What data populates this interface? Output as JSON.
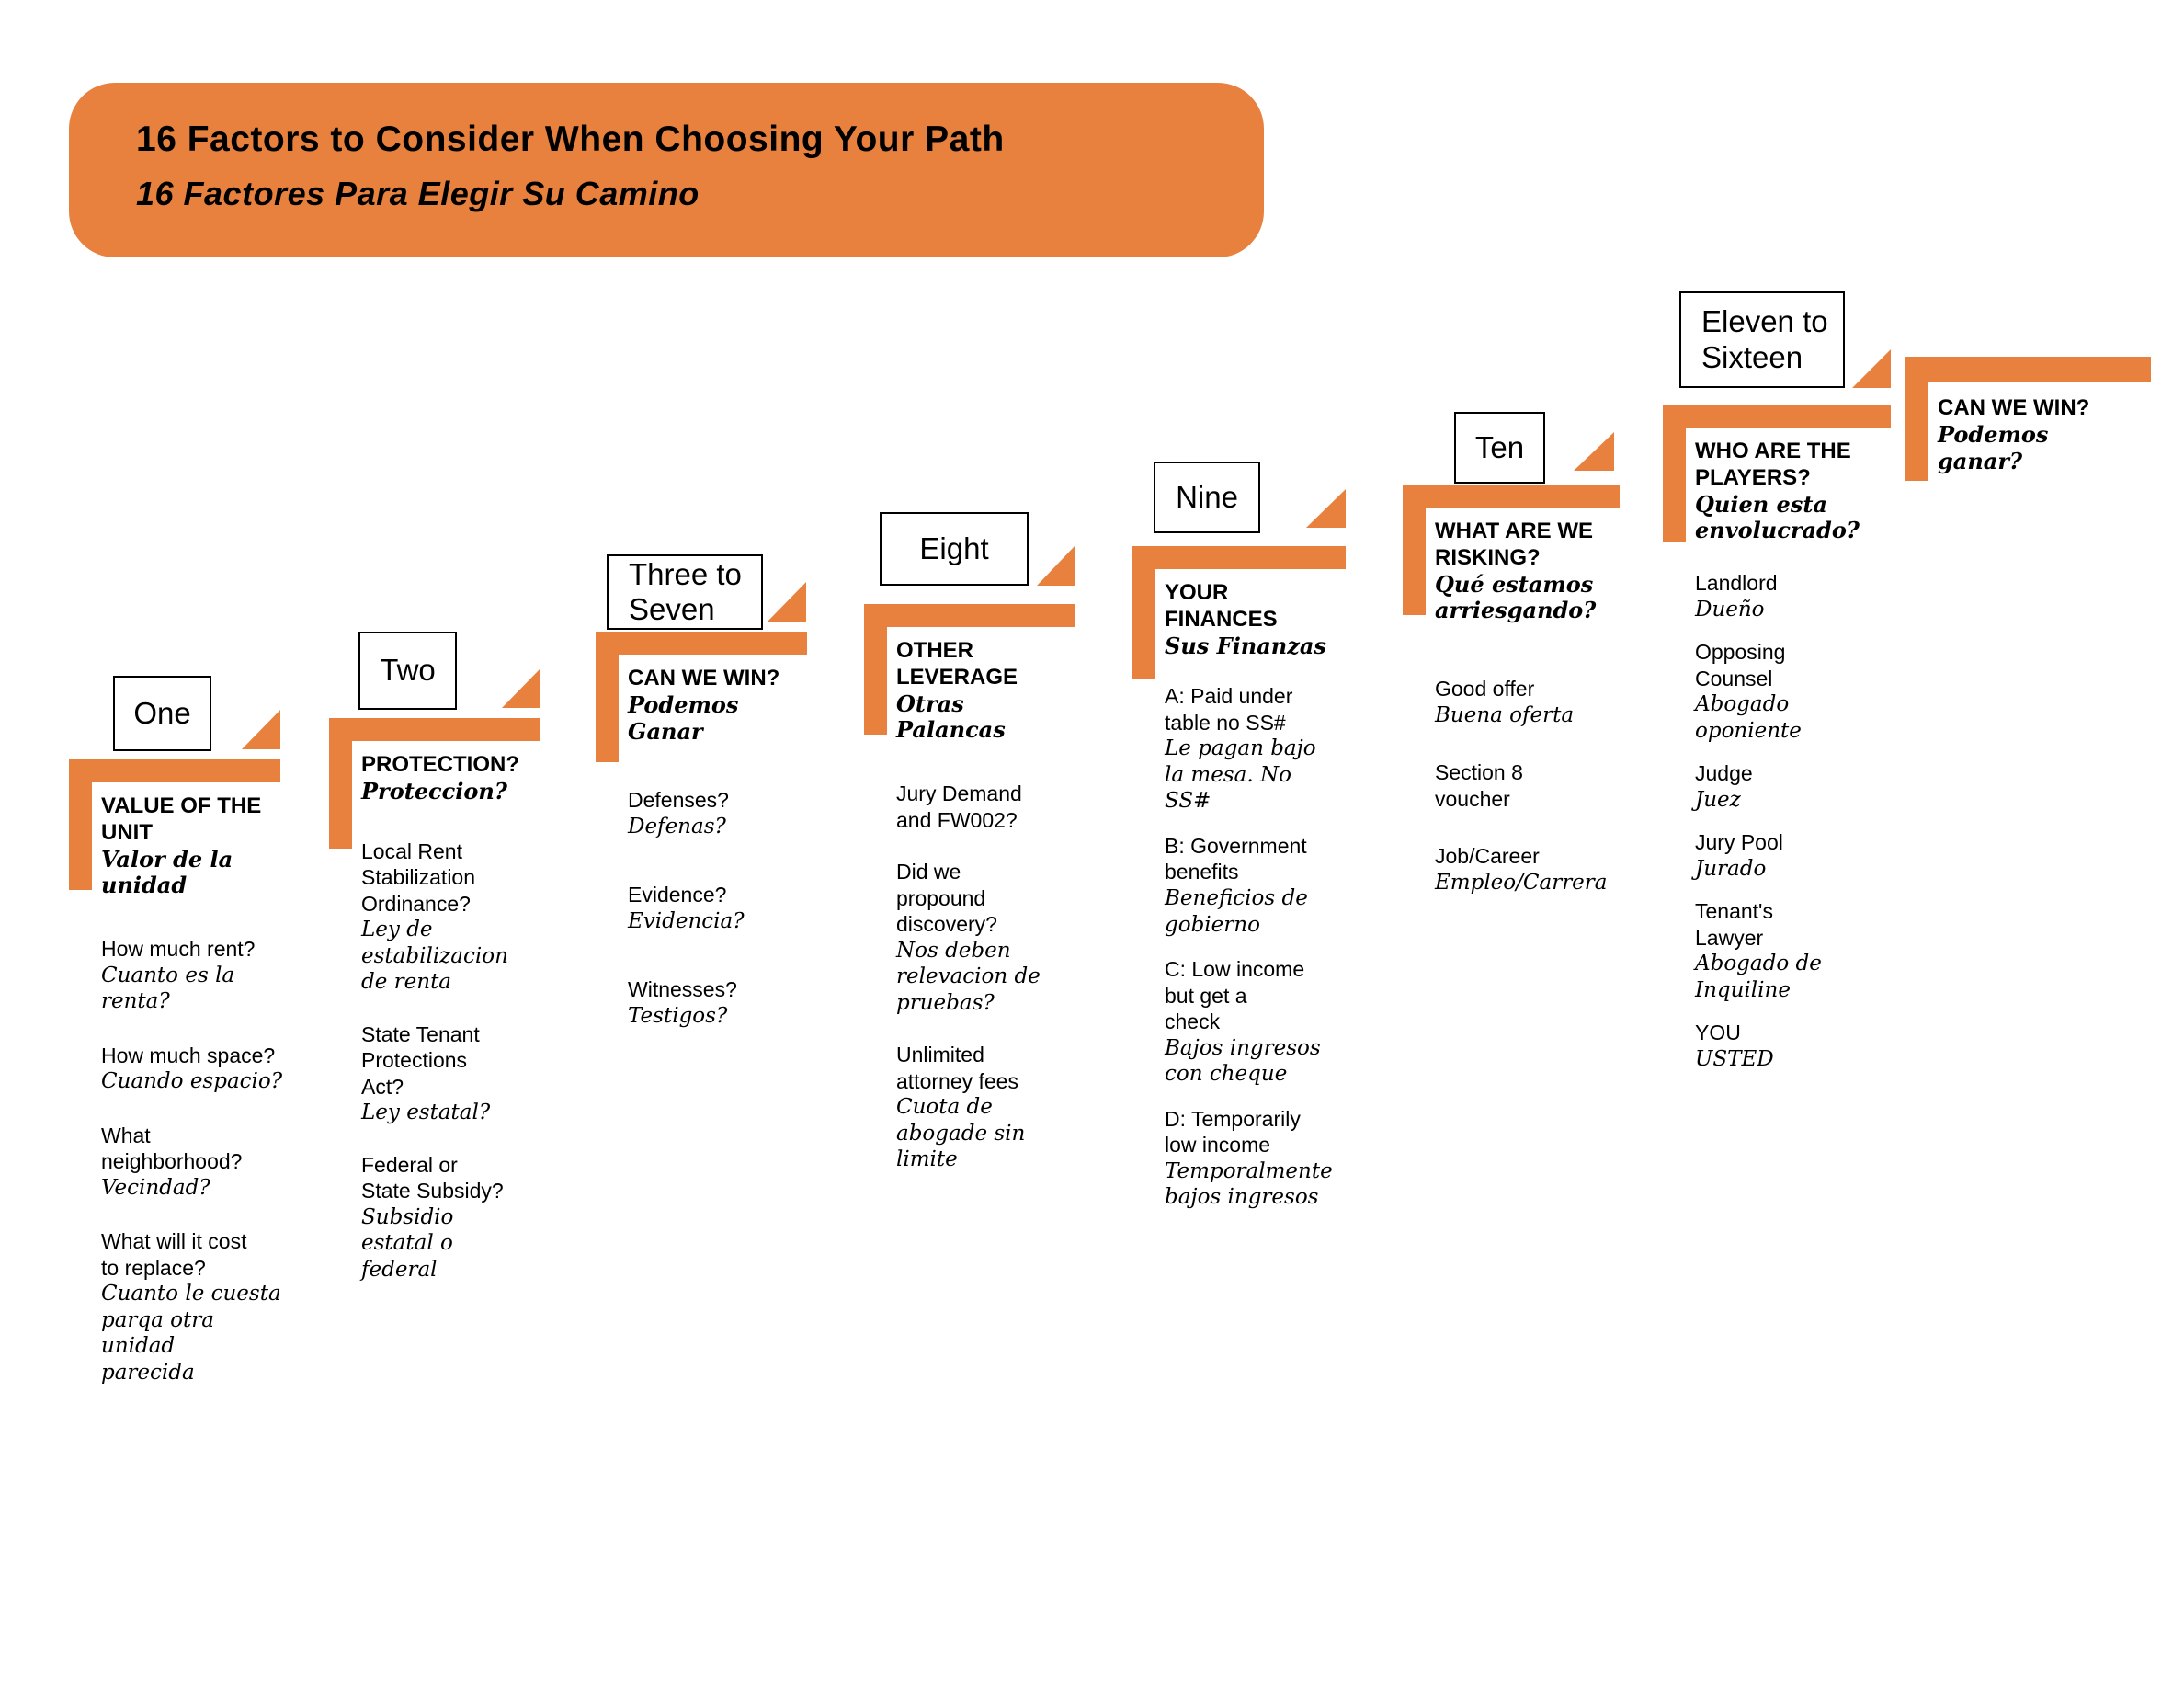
{
  "title": {
    "line1_en": "16 Factors to Consider When Choosing Your Path",
    "line2_es": "16 Factores Para Elegir Su Camino"
  },
  "colors": {
    "accent_orange": "#E8813E",
    "text": "#000000",
    "background": "#FFFFFF"
  },
  "steps": [
    {
      "label": "One",
      "heading_en": "VALUE OF THE\nUNIT",
      "heading_es": "Valor de la\nunidad",
      "items": [
        {
          "en": "How much rent?",
          "es": "Cuanto es la\nrenta?"
        },
        {
          "en": "How much space?",
          "es": "Cuando espacio?"
        },
        {
          "en": "What\nneighborhood?",
          "es": "Vecindad?"
        },
        {
          "en": "What will it cost\nto replace?",
          "es": "Cuanto le cuesta\nparqa otra unidad\nparecida"
        }
      ]
    },
    {
      "label": "Two",
      "heading_en": "PROTECTION?",
      "heading_es": "Proteccion?",
      "items": [
        {
          "en": "Local Rent\nStabilization\nOrdinance?",
          "es": "Ley de\nestabilizacion\nde renta"
        },
        {
          "en": "State Tenant\nProtections\nAct?",
          "es": "Ley estatal?"
        },
        {
          "en": "Federal or\nState Subsidy?",
          "es": "Subsidio\nestatal o\nfederal"
        }
      ]
    },
    {
      "label": "Three to\nSeven",
      "heading_en": "CAN WE WIN?",
      "heading_es": "Podemos\nGanar",
      "items": [
        {
          "en": "Defenses?",
          "es": "Defenas?"
        },
        {
          "en": "Evidence?",
          "es": "Evidencia?"
        },
        {
          "en": "Witnesses?",
          "es": "Testigos?"
        }
      ]
    },
    {
      "label": "Eight",
      "heading_en": "OTHER\nLEVERAGE",
      "heading_es": "Otras Palancas",
      "items": [
        {
          "en": "Jury Demand\nand FW002?",
          "es": ""
        },
        {
          "en": "Did we\npropound\ndiscovery?",
          "es": "Nos deben\nrelevacion de\npruebas?"
        },
        {
          "en": "Unlimited\nattorney fees",
          "es": "Cuota de\nabogade sin\nlimite"
        }
      ]
    },
    {
      "label": "Nine",
      "heading_en": "YOUR\nFINANCES",
      "heading_es": "Sus Finanzas",
      "items": [
        {
          "en": "A: Paid under\ntable no SS#",
          "es": "Le pagan bajo\nla  mesa. No\nSS#"
        },
        {
          "en": "B: Government\nbenefits",
          "es": "Beneficios de\ngobierno"
        },
        {
          "en": "C: Low income\nbut get a\ncheck",
          "es": "Bajos ingresos\ncon cheque"
        },
        {
          "en": "D: Temporarily\nlow income",
          "es": "Temporalmente\nbajos ingresos"
        }
      ]
    },
    {
      "label": "Ten",
      "heading_en": "WHAT ARE WE\nRISKING?",
      "heading_es": "Qué estamos\narriesgando?",
      "items": [
        {
          "en": "Good offer",
          "es": "Buena oferta"
        },
        {
          "en": "Section 8\nvoucher",
          "es": ""
        },
        {
          "en": "Job/Career",
          "es": "Empleo/Carrera"
        }
      ]
    },
    {
      "label": "Eleven to\nSixteen",
      "heading_en": "WHO ARE THE\nPLAYERS?",
      "heading_es": "Quien esta\nenvolucrado?",
      "items": [
        {
          "en": "Landlord",
          "es": "Dueño"
        },
        {
          "en": "Opposing\nCounsel",
          "es": "Abogado\noponiente"
        },
        {
          "en": "Judge",
          "es": "Juez"
        },
        {
          "en": "Jury Pool",
          "es": "Jurado"
        },
        {
          "en": "Tenant's\nLawyer",
          "es": "Abogado de\nInquiline"
        },
        {
          "en": "YOU",
          "es": "USTED"
        }
      ]
    },
    {
      "label": "",
      "heading_en": "CAN WE WIN?",
      "heading_es": "Podemos\nganar?",
      "items": []
    }
  ]
}
